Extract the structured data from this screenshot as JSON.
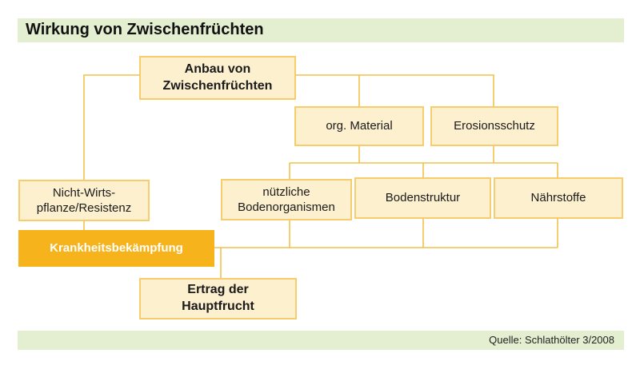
{
  "title": "Wirkung von Zwischenfrüchten",
  "source": "Quelle: Schlathölter 3/2008",
  "colors": {
    "box_fill": "#fdf0cf",
    "box_border": "#f7cc6d",
    "highlight_fill": "#f6b31c",
    "line": "#f4c04c",
    "band": "#e3efd0"
  },
  "nodes": {
    "anbau": "Anbau von\nZwischenfrüchten",
    "org_material": "org. Material",
    "erosionsschutz": "Erosionsschutz",
    "nicht_wirts": "Nicht-Wirts-\npflanze/Resistenz",
    "bodenorganismen": "nützliche\nBodenorganismen",
    "bodenstruktur": "Bodenstruktur",
    "naehrstoffe": "Nährstoffe",
    "krankheit": "Krankheitsbekämpfung",
    "ertrag": "Ertrag der\nHauptfrucht"
  }
}
